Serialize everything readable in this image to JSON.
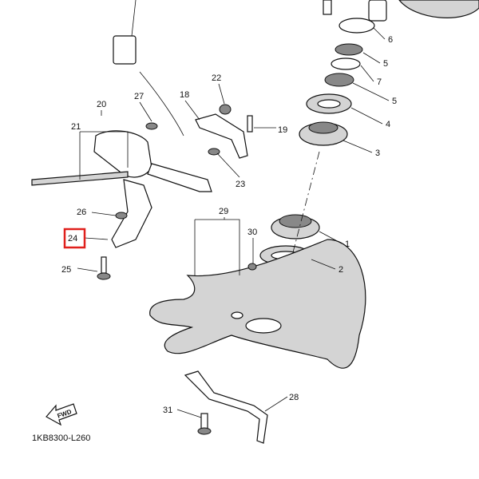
{
  "diagram_code": "1KB8300-L260",
  "fwd_label": "FWD",
  "highlighted_part": "24",
  "colors": {
    "highlight": "#e0201c",
    "part_fill": "#d4d4d4"
  },
  "labels": {
    "p1": "1",
    "p2": "2",
    "p3": "3",
    "p4": "4",
    "p5a": "5",
    "p6": "6",
    "p7": "7",
    "p5b": "5",
    "p18": "18",
    "p19": "19",
    "p20": "20",
    "p21": "21",
    "p22": "22",
    "p23": "23",
    "p24": "24",
    "p25": "25",
    "p26": "26",
    "p27": "27",
    "p28": "28",
    "p29": "29",
    "p30": "30",
    "p31": "31"
  }
}
